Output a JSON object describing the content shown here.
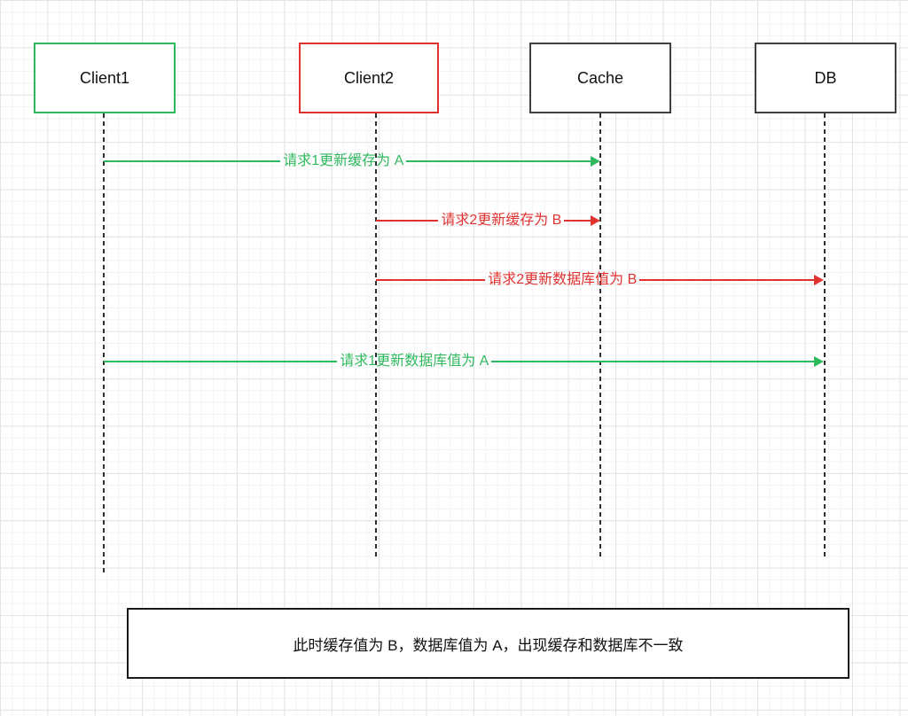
{
  "diagram": {
    "type": "sequence-diagram",
    "actors": [
      {
        "label": "Client1",
        "accent": "#2fb95f"
      },
      {
        "label": "Client2",
        "accent": "#e03230"
      },
      {
        "label": "Cache",
        "accent": "#404040"
      },
      {
        "label": "DB",
        "accent": "#404040"
      }
    ],
    "messages": [
      {
        "label": "请求1更新缓存为 A",
        "from": "Client1",
        "to": "Cache",
        "color": "#2fb95f"
      },
      {
        "label": "请求2更新缓存为 B",
        "from": "Client2",
        "to": "Cache",
        "color": "#e03230"
      },
      {
        "label": "请求2更新数据库值为 B",
        "from": "Client2",
        "to": "DB",
        "color": "#e03230"
      },
      {
        "label": "请求1更新数据库值为 A",
        "from": "Client1",
        "to": "DB",
        "color": "#2fb95f"
      }
    ],
    "note": "此时缓存值为 B，数据库值为 A，出现缓存和数据库不一致",
    "colors": {
      "green": "#2fb95f",
      "red": "#e03230",
      "neutral_border": "#404040",
      "grid_minor": "#f3f3f3",
      "grid_major": "#e4e4e4",
      "background": "#ffffff"
    }
  }
}
